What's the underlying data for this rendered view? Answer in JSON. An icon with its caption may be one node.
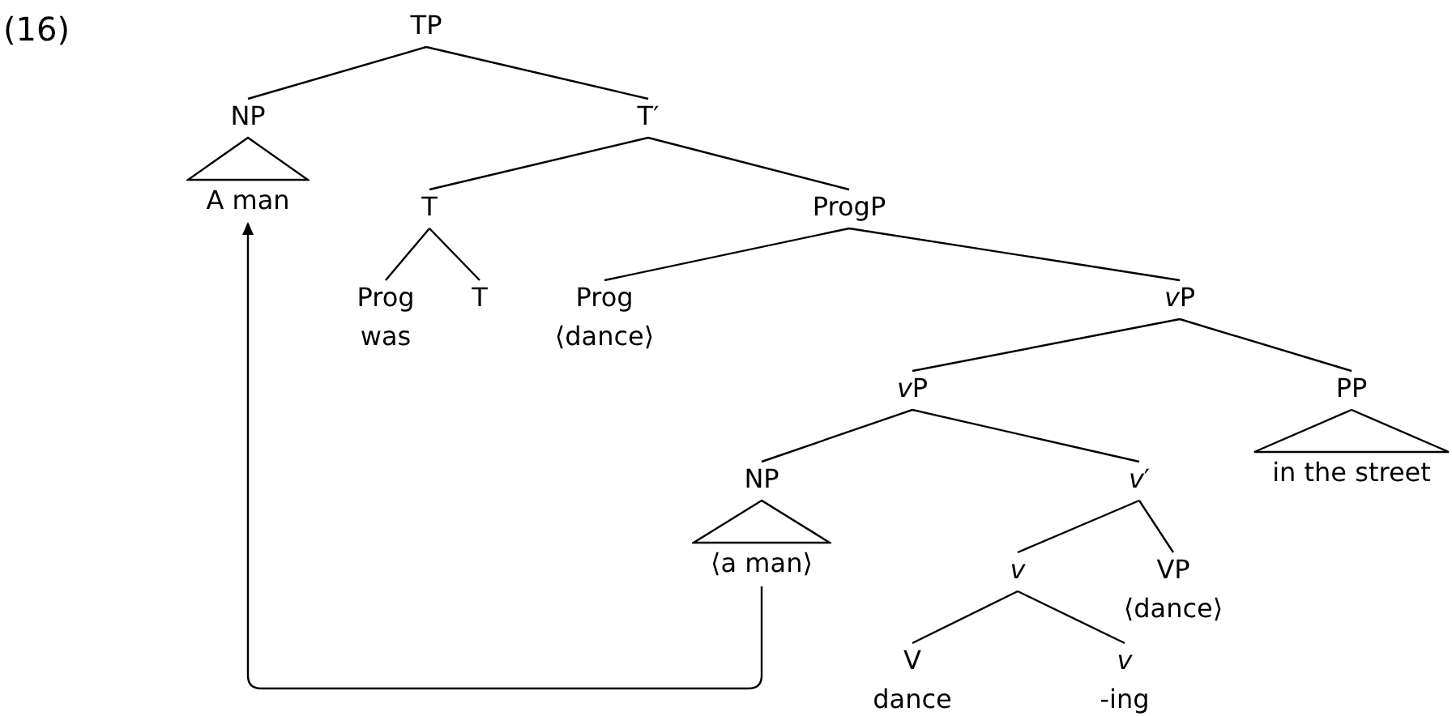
{
  "diagram": {
    "nodes": [
      {
        "text": [
          "TP"
        ]
      },
      {
        "text": [
          "NP",
          "A man"
        ]
      },
      {
        "text": [
          "T′"
        ]
      },
      {
        "text": [
          "T"
        ]
      },
      {
        "text": [
          "Prog",
          "was"
        ]
      },
      {
        "text": [
          "T"
        ]
      },
      {
        "text": [
          "ProgP"
        ]
      },
      {
        "text": [
          "Prog",
          "⟨dance⟩"
        ]
      },
      {
        "text": [
          "vP"
        ]
      },
      {
        "text": [
          "vP"
        ]
      },
      {
        "text": [
          "PP",
          "in the street"
        ]
      },
      {
        "text": [
          "NP",
          "⟨a man⟩"
        ]
      },
      {
        "text": [
          "v′"
        ]
      },
      {
        "text": [
          "v"
        ]
      },
      {
        "text": [
          "V",
          "dance"
        ]
      },
      {
        "text": [
          "v",
          "-ing"
        ]
      },
      {
        "text": [
          "VP",
          "⟨dance⟩"
        ]
      }
    ],
    "edges": [
      {
        "from": 0,
        "to": 1,
        "arrow": "none"
      },
      {
        "from": 0,
        "to": 2,
        "arrow": "none"
      },
      {
        "from": 2,
        "to": 3,
        "arrow": "none"
      },
      {
        "from": 2,
        "to": 6,
        "arrow": "none"
      },
      {
        "from": 3,
        "to": 4,
        "arrow": "none"
      },
      {
        "from": 3,
        "to": 5,
        "arrow": "none"
      },
      {
        "from": 6,
        "to": 7,
        "arrow": "none"
      },
      {
        "from": 6,
        "to": 8,
        "arrow": "none"
      },
      {
        "from": 8,
        "to": 9,
        "arrow": "none"
      },
      {
        "from": 8,
        "to": 10,
        "arrow": "none"
      },
      {
        "from": 9,
        "to": 11,
        "arrow": "none"
      },
      {
        "from": 9,
        "to": 12,
        "arrow": "none"
      },
      {
        "from": 12,
        "to": 13,
        "arrow": "none"
      },
      {
        "from": 12,
        "to": 16,
        "arrow": "none"
      },
      {
        "from": 13,
        "to": 14,
        "arrow": "none"
      },
      {
        "from": 13,
        "to": 15,
        "arrow": "none"
      },
      {
        "from": 11,
        "to": 1,
        "arrow": "to"
      }
    ],
    "labels": [
      "(16)"
    ]
  }
}
